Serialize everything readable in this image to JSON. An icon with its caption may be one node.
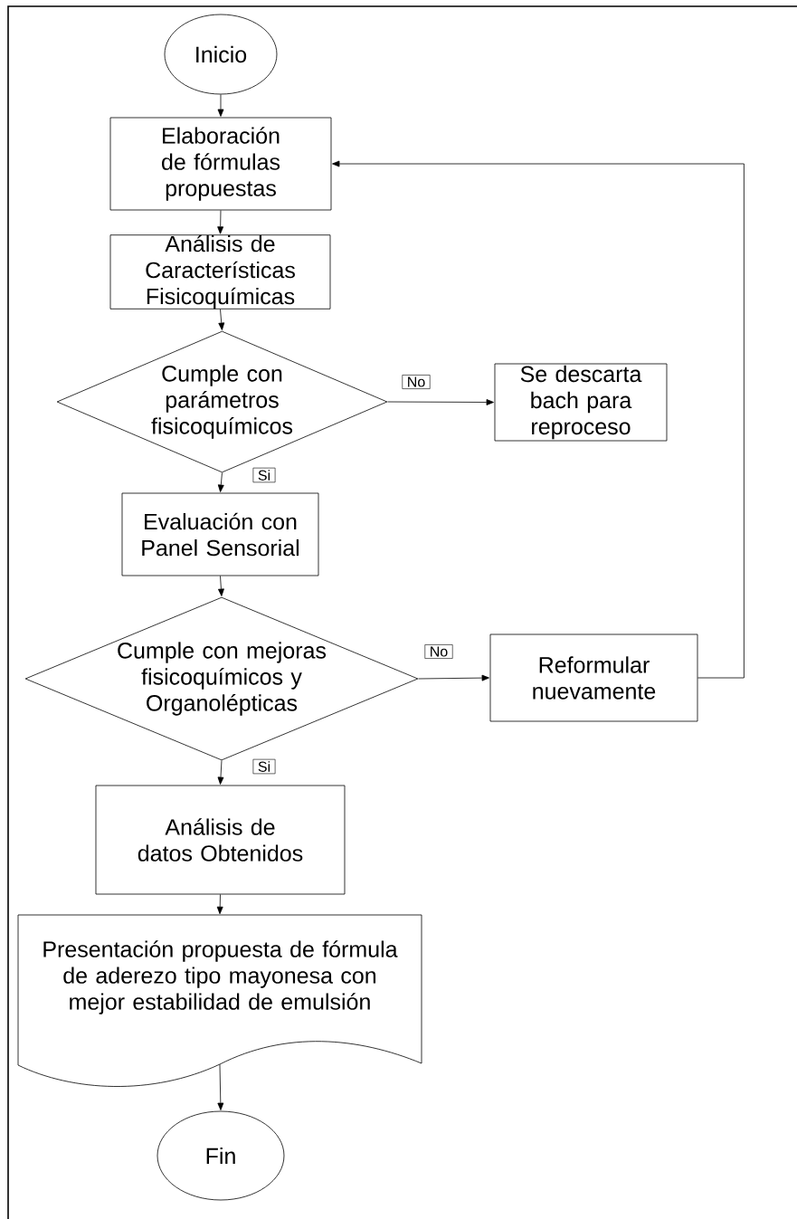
{
  "diagram": {
    "nodes": [
      {
        "text": [
          "Inicio"
        ]
      },
      {
        "text": [
          "Elaboración de fórmulas propuestas"
        ]
      },
      {
        "text": [
          "Análisis de Características Fisicoquímicas"
        ]
      },
      {
        "text": [
          "Cumple con parámetros fisicoquímicos"
        ]
      },
      {
        "text": [
          "Se descarta bach para reproceso"
        ]
      },
      {
        "text": [
          "Evaluación con Panel Sensorial"
        ]
      },
      {
        "text": [
          "Cumple con mejoras fisicoquímicos y Organolépticas"
        ]
      },
      {
        "text": [
          "Reformular nuevamente"
        ]
      },
      {
        "text": [
          "Análisis de datos Obtenidos"
        ]
      },
      {
        "text": [
          "Presentación propuesta de fórmula de aderezo tipo mayonesa con mejor estabilidad de emulsión"
        ]
      },
      {
        "text": [
          "Fin"
        ]
      }
    ],
    "edges": [
      {
        "from": 0,
        "to": 1,
        "arrow": "to"
      },
      {
        "from": 1,
        "to": 2,
        "arrow": "to"
      },
      {
        "from": 2,
        "to": 3,
        "arrow": "to"
      },
      {
        "from": 3,
        "to": 4,
        "arrow": "to",
        "label": "No"
      },
      {
        "from": 3,
        "to": 5,
        "arrow": "to",
        "label": "Si"
      },
      {
        "from": 5,
        "to": 6,
        "arrow": "to"
      },
      {
        "from": 6,
        "to": 7,
        "arrow": "to",
        "label": "No"
      },
      {
        "from": 6,
        "to": 8,
        "arrow": "to",
        "label": "Si"
      },
      {
        "from": 7,
        "to": 1,
        "arrow": "to"
      },
      {
        "from": 8,
        "to": 9,
        "arrow": "to"
      },
      {
        "from": 9,
        "to": 10,
        "arrow": "to"
      }
    ]
  }
}
